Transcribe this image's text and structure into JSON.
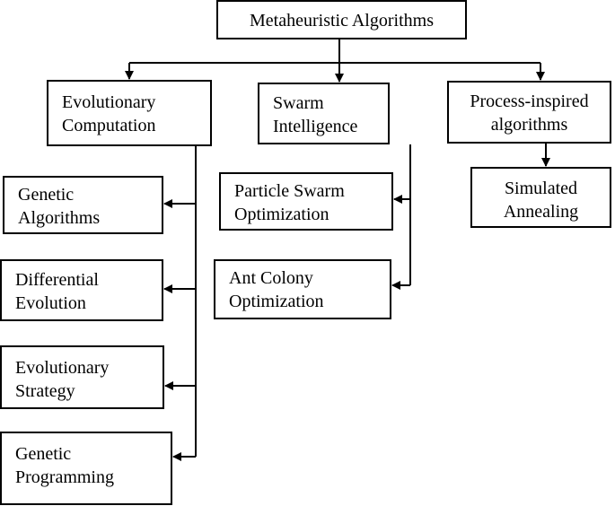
{
  "root": {
    "label": "Metaheuristic Algorithms"
  },
  "categories": [
    {
      "lines": [
        "Evolutionary",
        "Computation"
      ]
    },
    {
      "lines": [
        "Swarm",
        "Intelligence"
      ]
    },
    {
      "lines": [
        "Process-inspired",
        "algorithms"
      ]
    }
  ],
  "evolutionary_children": [
    {
      "lines": [
        "Genetic",
        "Algorithms"
      ]
    },
    {
      "lines": [
        "Differential",
        "Evolution"
      ]
    },
    {
      "lines": [
        "Evolutionary",
        "Strategy"
      ]
    },
    {
      "lines": [
        "Genetic",
        "Programming"
      ]
    }
  ],
  "swarm_children": [
    {
      "lines": [
        "Particle Swarm",
        "Optimization"
      ]
    },
    {
      "lines": [
        "Ant Colony",
        "Optimization"
      ]
    }
  ],
  "process_children": [
    {
      "lines": [
        "Simulated",
        "Annealing"
      ]
    }
  ]
}
